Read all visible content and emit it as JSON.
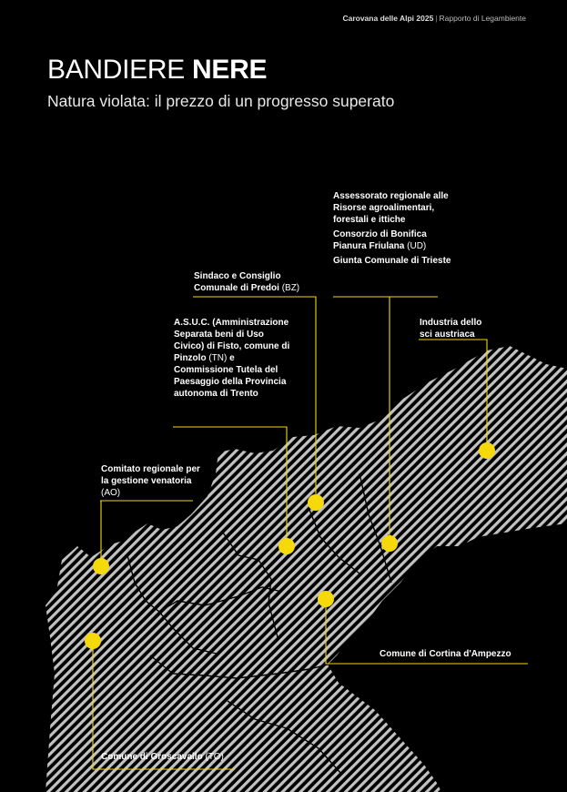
{
  "header": {
    "publication": "Carovana delle Alpi 2025",
    "separator": "|",
    "section": "Rapporto di Legambiente"
  },
  "title": {
    "regular": "BANDIERE",
    "bold": "NERE"
  },
  "subtitle": "Natura violata: il prezzo di un progresso superato",
  "colors": {
    "background": "#000000",
    "accent": "#f5d90a",
    "text": "#ffffff",
    "map_hatch": "#bfbfbf"
  },
  "labels": {
    "trieste": {
      "org1": "Assessorato regionale alle Risorse agroalimentari, forestali e ittiche",
      "org2": "Consorzio di Bonifica Pianura Friulana",
      "org2_abbr": "(UD)",
      "org3": "Giunta Comunale di Trieste"
    },
    "predoi": {
      "name": "Sindaco e Consiglio Comunale di Predoi",
      "abbr": "(BZ)"
    },
    "austria": {
      "name": "Industria dello sci austriaca"
    },
    "fisto": {
      "part1": "A.S.U.C. (Amministrazione Separata beni di Uso Civico) di Fisto, comune di Pinzolo",
      "abbr": "(TN)",
      "part2": "e Commissione Tutela del Paesaggio della Provincia autonoma di Trento"
    },
    "ao": {
      "name": "Comitato regionale per la gestione venatoria",
      "abbr": "(AO)"
    },
    "cortina": {
      "name": "Comune di Cortina d'Ampezzo"
    },
    "groscavallo": {
      "name": "Comune di Groscavallo",
      "abbr": "(TO)"
    }
  }
}
